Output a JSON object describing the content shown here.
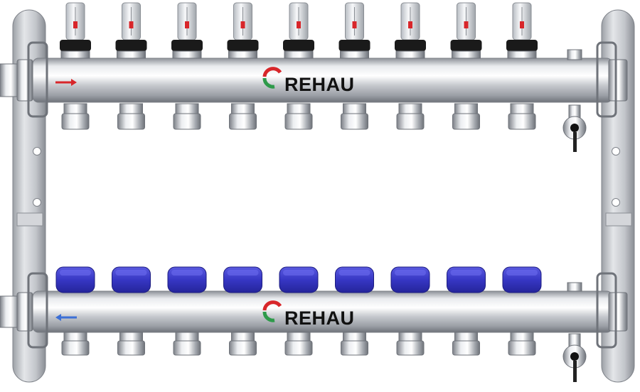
{
  "product": {
    "brand": "REHAU",
    "outlets_per_bar": 9,
    "supply_flow_arrow_color": "#d8262a",
    "return_flow_arrow_color": "#3b6fd6",
    "flowmeter_cap_color": "#1a1a1a",
    "handwheel_color": "#3a3acb",
    "pipe_color": "#c9ccd1",
    "bracket_color": "#b9bcc2"
  },
  "supply_bar": {
    "logo_text": "REHAU",
    "fittings": [
      "flowmeter",
      "flowmeter",
      "flowmeter",
      "flowmeter",
      "flowmeter",
      "flowmeter",
      "flowmeter",
      "flowmeter",
      "flowmeter"
    ]
  },
  "return_bar": {
    "logo_text": "REHAU",
    "fittings": [
      "handwheel",
      "handwheel",
      "handwheel",
      "handwheel",
      "handwheel",
      "handwheel",
      "handwheel",
      "handwheel",
      "handwheel"
    ]
  }
}
